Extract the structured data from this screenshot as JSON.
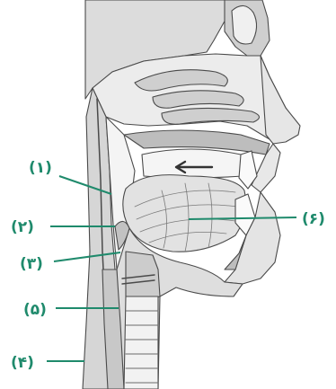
{
  "labels": {
    "l1": "(۱)",
    "l2": "(۲)",
    "l3": "(۳)",
    "l4": "(۴)",
    "l5": "(۵)",
    "l6": "(۶)"
  },
  "colors": {
    "label": "#1f8a6c",
    "leader": "#1f8a6c",
    "ink": "#4a4a4a",
    "tissue": "#d8d8d8",
    "cavity": "#f2f2f2"
  }
}
